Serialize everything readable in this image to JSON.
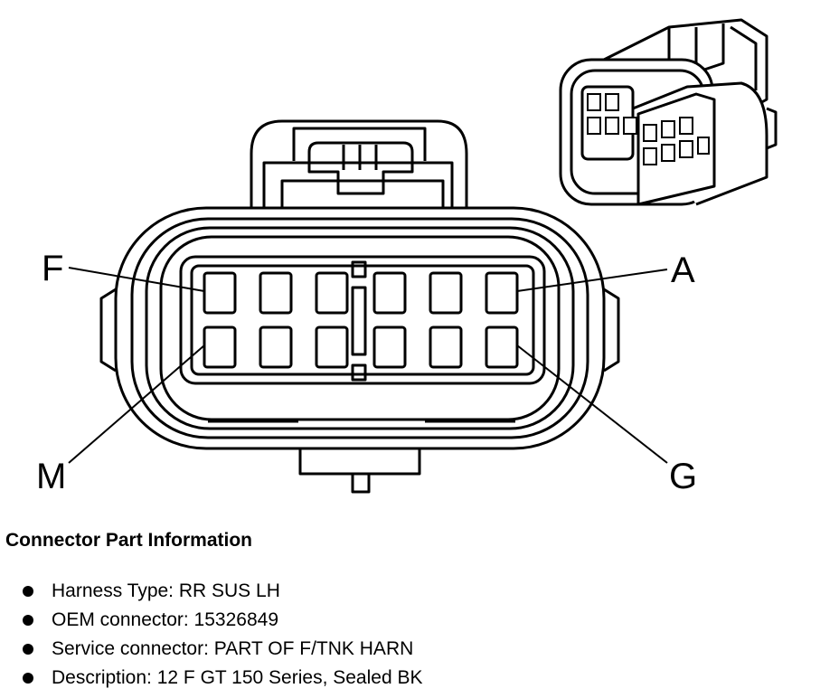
{
  "labels": {
    "f": "F",
    "a": "A",
    "m": "M",
    "g": "G"
  },
  "info": {
    "heading": "Connector Part Information",
    "items": [
      "Harness Type: RR SUS LH",
      "OEM connector: 15326849",
      "Service connector: PART OF F/TNK HARN",
      "Description: 12 F GT 150 Series, Sealed BK"
    ]
  }
}
